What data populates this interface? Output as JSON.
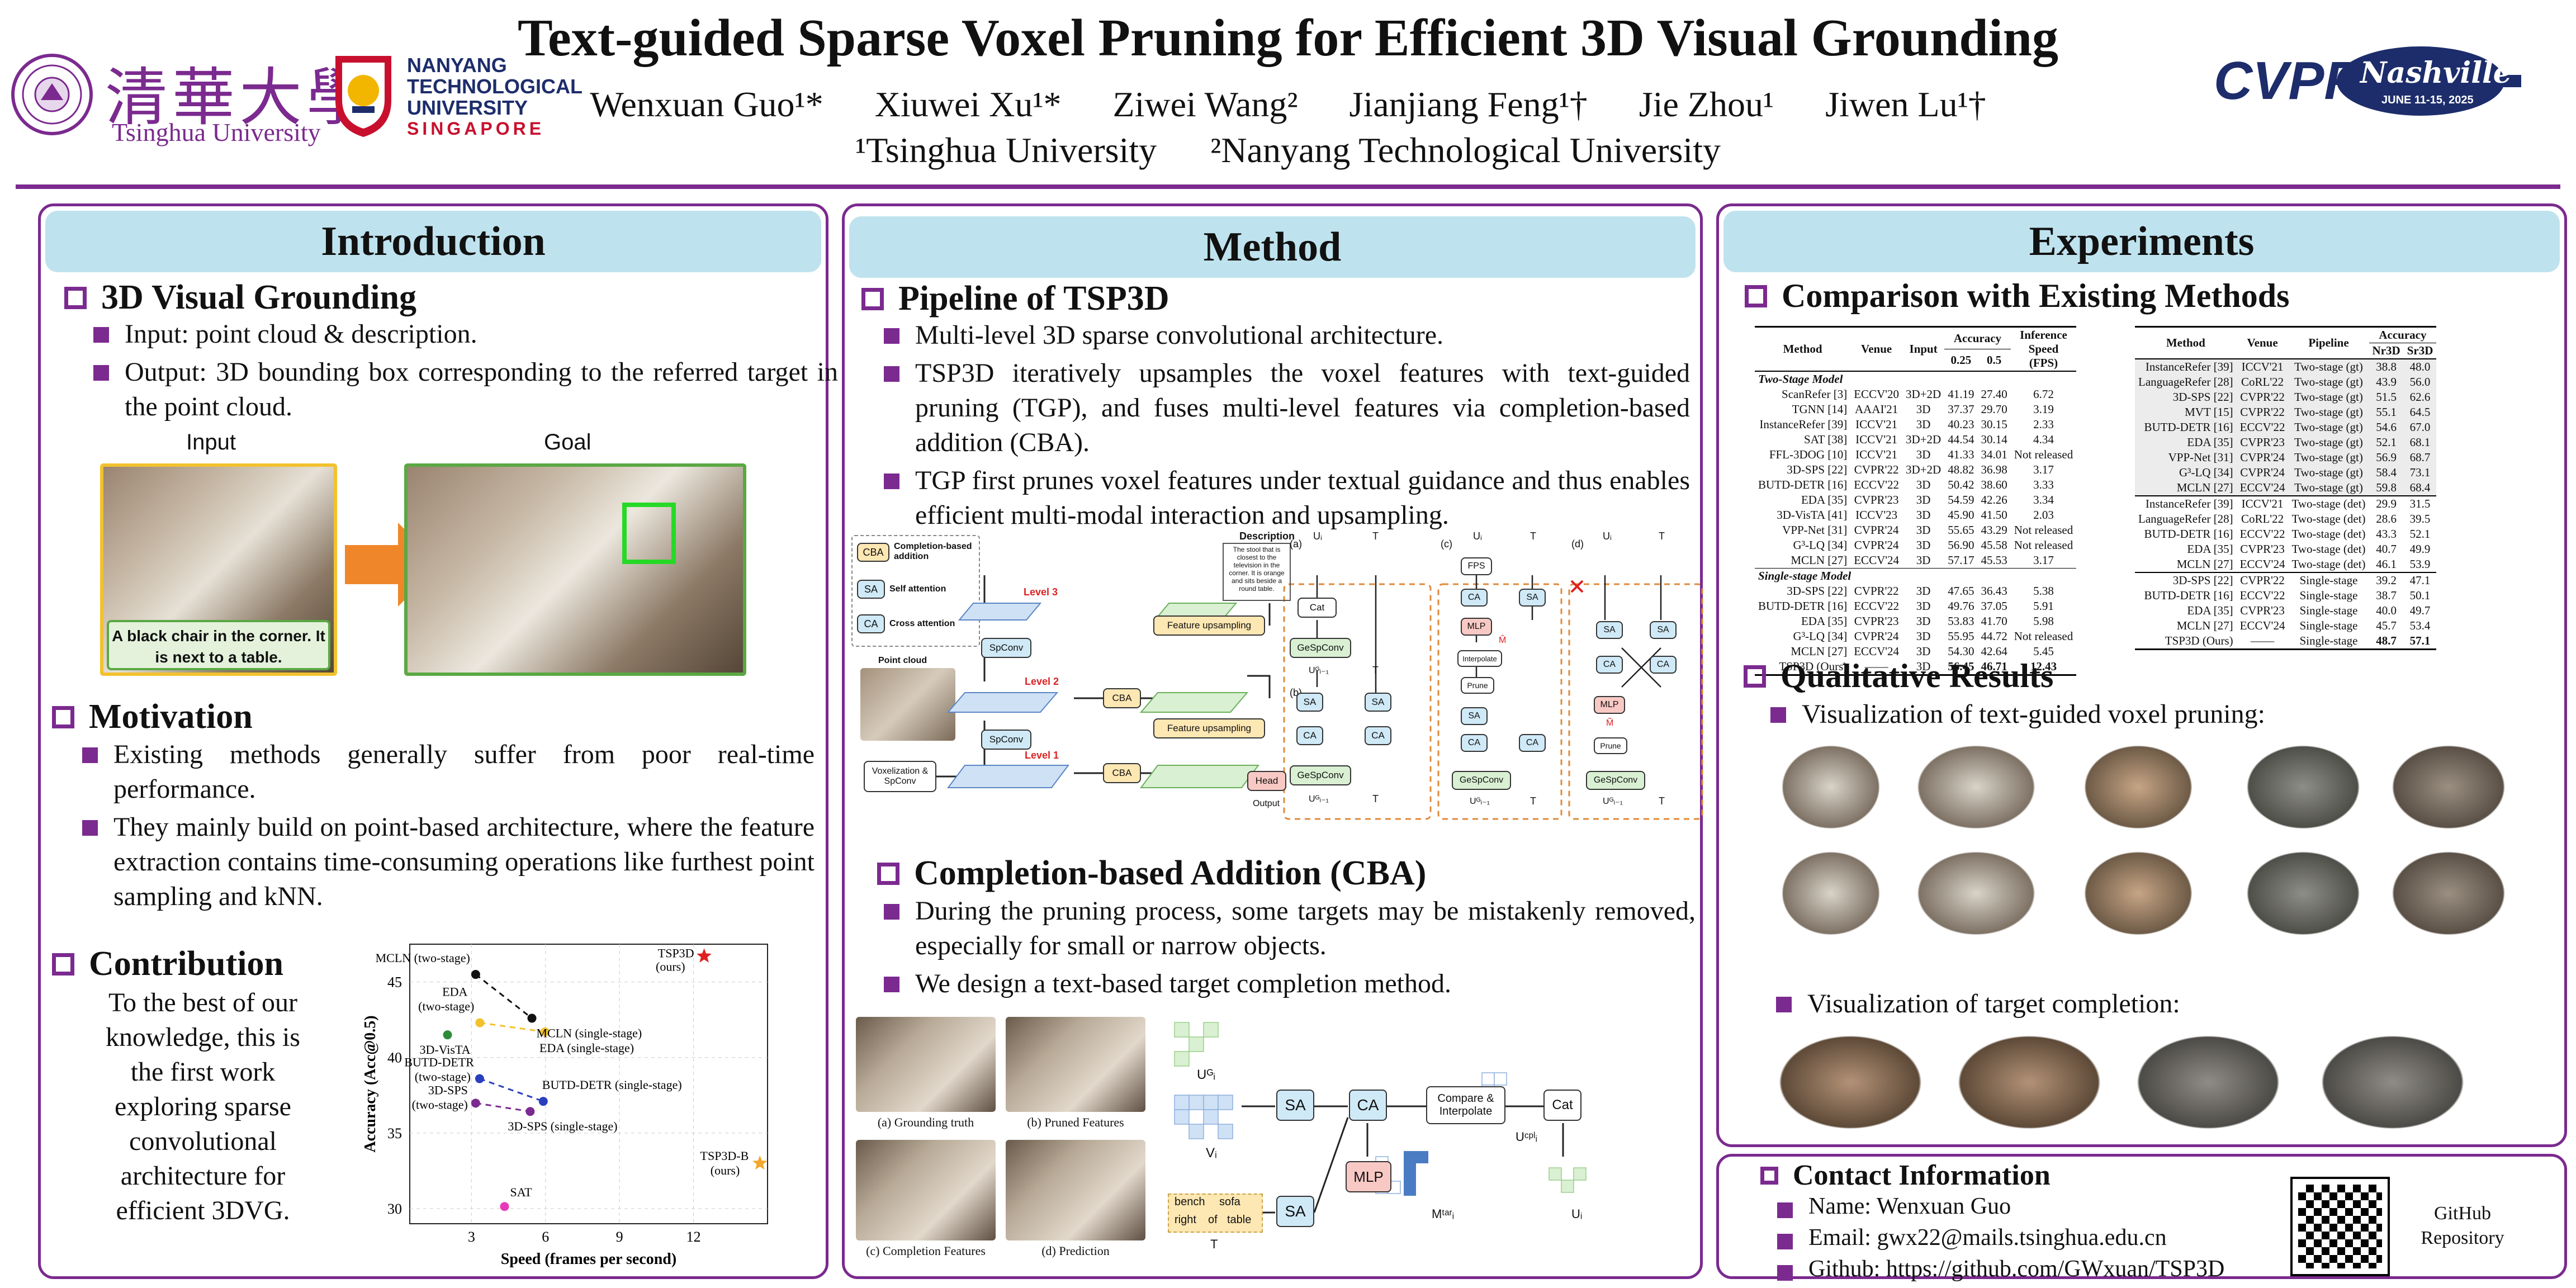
{
  "header": {
    "title": "Text-guided Sparse Voxel Pruning for Efficient 3D Visual Grounding",
    "authors": [
      "Wenxuan Guo¹*",
      "Xiuwei Xu¹*",
      "Ziwei Wang²",
      "Jianjiang Feng¹†",
      "Jie Zhou¹",
      "Jiwen Lu¹†"
    ],
    "affiliations": [
      "¹Tsinghua University",
      "²Nanyang Technological University"
    ],
    "logos": {
      "tsinghua_cn": "清華大學",
      "tsinghua_en": "Tsinghua University",
      "ntu_line1": "NANYANG",
      "ntu_line2": "TECHNOLOGICAL",
      "ntu_line3": "UNIVERSITY",
      "ntu_line4": "SINGAPORE",
      "cvpr": "CVPR",
      "cvpr_city": "Nashville",
      "cvpr_dates": "JUNE 11-15, 2025"
    },
    "accent_color": "#7b2a8f",
    "heading_bg": "#bfe3ee"
  },
  "introduction": {
    "title": "Introduction",
    "vg_heading": "3D Visual Grounding",
    "vg_bullets": [
      "Input: point cloud & description.",
      "Output: 3D bounding box corresponding to the referred target in the point cloud."
    ],
    "input_label": "Input",
    "goal_label": "Goal",
    "query": "A black chair in the corner. It is next to a table.",
    "motivation_heading": "Motivation",
    "motivation_bullets": [
      "Existing methods generally suffer from poor real-time performance.",
      "They mainly build on point-based architecture, where the feature extraction contains time-consuming operations like furthest point sampling and kNN."
    ],
    "contribution_heading": "Contribution",
    "contribution_text": "To the best of our knowledge, this is the first work exploring sparse convolutional architecture for efficient 3DVG."
  },
  "chart_data": {
    "type": "scatter",
    "title": "",
    "xlabel": "Speed (frames per second)",
    "ylabel": "Accuracy (Acc@0.5)",
    "xlim": [
      0.5,
      15
    ],
    "ylim": [
      29,
      47.5
    ],
    "xticks": [
      3,
      6,
      9,
      12
    ],
    "yticks": [
      30,
      35,
      40,
      45
    ],
    "grid": true,
    "points": [
      {
        "name": "MCLN (two-stage)",
        "x": 3.17,
        "y": 45.5,
        "color": "#111111"
      },
      {
        "name": "MCLN (single-stage)",
        "x": 5.45,
        "y": 42.6,
        "color": "#111111"
      },
      {
        "name": "EDA (two-stage)",
        "x": 3.34,
        "y": 42.3,
        "color": "#f2c12e"
      },
      {
        "name": "EDA (single-stage)",
        "x": 5.98,
        "y": 41.7,
        "color": "#f2c12e"
      },
      {
        "name": "3D-VisTA",
        "x": 2.03,
        "y": 41.5,
        "color": "#2e8b3a"
      },
      {
        "name": "BUTD-DETR (two-stage)",
        "x": 3.33,
        "y": 38.6,
        "color": "#2a3fbf"
      },
      {
        "name": "BUTD-DETR (single-stage)",
        "x": 5.91,
        "y": 37.1,
        "color": "#2a3fbf"
      },
      {
        "name": "3D-SPS (two-stage)",
        "x": 3.17,
        "y": 36.98,
        "color": "#7b2a8f"
      },
      {
        "name": "3D-SPS (single-stage)",
        "x": 5.38,
        "y": 36.43,
        "color": "#7b2a8f"
      },
      {
        "name": "SAT",
        "x": 4.34,
        "y": 30.14,
        "color": "#e83ab8"
      },
      {
        "name": "TSP3D (ours)",
        "x": 12.43,
        "y": 46.71,
        "color": "#e02020",
        "marker": "star"
      },
      {
        "name": "TSP3D-B (ours)",
        "x": 14.69,
        "y": 33.0,
        "color": "#f2a72e",
        "marker": "star"
      }
    ],
    "pairs": [
      [
        "MCLN (two-stage)",
        "MCLN (single-stage)"
      ],
      [
        "EDA (two-stage)",
        "EDA (single-stage)"
      ],
      [
        "BUTD-DETR (two-stage)",
        "BUTD-DETR (single-stage)"
      ],
      [
        "3D-SPS (two-stage)",
        "3D-SPS (single-stage)"
      ]
    ],
    "labels": {
      "mcln_two": "MCLN (two-stage)",
      "mcln_single": "MCLN (single-stage)",
      "eda_two_1": "EDA",
      "eda_two_2": "(two-stage)",
      "eda_single": "EDA (single-stage)",
      "vista": "3D-VisTA",
      "butd_two_1": "BUTD-DETR",
      "butd_two_2": "(two-stage)",
      "butd_single": "BUTD-DETR (single-stage)",
      "sps_two_1": "3D-SPS",
      "sps_two_2": "(two-stage)",
      "sps_single": "3D-SPS (single-stage)",
      "sat": "SAT",
      "tsp3d_1": "TSP3D",
      "tsp3d_2": "(ours)",
      "tsp3db_1": "TSP3D-B",
      "tsp3db_2": "(ours)"
    }
  },
  "method": {
    "title": "Method",
    "pipeline_heading": "Pipeline of TSP3D",
    "pipeline_bullets": [
      "Multi-level 3D sparse convolutional architecture.",
      "TSP3D iteratively upsamples the voxel features with text-guided pruning (TGP), and fuses multi-level features via completion-based addition (CBA).",
      "TGP first prunes voxel features under textual guidance and thus enables efficient multi-modal interaction and upsampling."
    ],
    "fig": {
      "legend_cba": "CBA",
      "legend_cba_text": "Completion-based addition",
      "legend_sa": "SA",
      "legend_sa_text": "Self attention",
      "legend_ca": "CA",
      "legend_ca_text": "Cross attention",
      "point_cloud": "Point cloud",
      "level3": "Level 3",
      "level2": "Level 2",
      "level1": "Level 1",
      "spconv": "SpConv",
      "vox": "Voxelization & SpConv",
      "cba": "CBA",
      "feat_up": "Feature upsampling",
      "head": "Head",
      "output": "Output",
      "desc_title": "Description",
      "desc_text": "The stool that is closest to the television in the corner. It is orange and sits beside a round table.",
      "a": "(a)",
      "b": "(b)",
      "c": "(c)",
      "d": "(d)",
      "cat": "Cat",
      "gespconv": "GeSpConv",
      "sa": "SA",
      "ca": "CA",
      "fps": "FPS",
      "mlp": "MLP",
      "interp": "Interpolate",
      "prune": "Prune",
      "ui": "Uᵢ",
      "t": "T",
      "ui1": "Uᴳᵢ₋₁",
      "mhat": "M̂",
      "mtilde": "M̃"
    },
    "cba_heading": "Completion-based Addition (CBA)",
    "cba_bullets": [
      "During the pruning process, some targets may be mistakenly removed, especially for small or narrow objects.",
      "We design a text-based target completion method."
    ],
    "cba_fig": {
      "cap_a": "(a) Grounding truth",
      "cap_b": "(b) Pruned Features",
      "cap_c": "(c) Completion Features",
      "cap_d": "(d) Prediction",
      "uig": "Uᴳᵢ",
      "vi": "Vᵢ",
      "t": "T",
      "sa": "SA",
      "ca": "CA",
      "mlp": "MLP",
      "compare": "Compare & Interpolate",
      "cat": "Cat",
      "uicpl": "Uᶜᵖˡᵢ",
      "mtar": "Mᵗᵃʳᵢ",
      "ui": "Uᵢ",
      "words": [
        "bench",
        "sofa",
        "right",
        "of",
        "table"
      ]
    }
  },
  "experiments": {
    "title": "Experiments",
    "comparison_heading": "Comparison with Existing Methods",
    "table1": {
      "headers": [
        "Method",
        "Venue",
        "Input",
        "0.25",
        "0.5",
        "Inference Speed (FPS)"
      ],
      "acc_header": "Accuracy",
      "two_stage_label": "Two-Stage Model",
      "single_stage_label": "Single-stage Model",
      "two_stage": [
        [
          "ScanRefer [3]",
          "ECCV'20",
          "3D+2D",
          "41.19",
          "27.40",
          "6.72"
        ],
        [
          "TGNN [14]",
          "AAAI'21",
          "3D",
          "37.37",
          "29.70",
          "3.19"
        ],
        [
          "InstanceRefer [39]",
          "ICCV'21",
          "3D",
          "40.23",
          "30.15",
          "2.33"
        ],
        [
          "SAT [38]",
          "ICCV'21",
          "3D+2D",
          "44.54",
          "30.14",
          "4.34"
        ],
        [
          "FFL-3DOG [10]",
          "ICCV'21",
          "3D",
          "41.33",
          "34.01",
          "Not released"
        ],
        [
          "3D-SPS [22]",
          "CVPR'22",
          "3D+2D",
          "48.82",
          "36.98",
          "3.17"
        ],
        [
          "BUTD-DETR [16]",
          "ECCV'22",
          "3D",
          "50.42",
          "38.60",
          "3.33"
        ],
        [
          "EDA [35]",
          "CVPR'23",
          "3D",
          "54.59",
          "42.26",
          "3.34"
        ],
        [
          "3D-VisTA [41]",
          "ICCV'23",
          "3D",
          "45.90",
          "41.50",
          "2.03"
        ],
        [
          "VPP-Net [31]",
          "CVPR'24",
          "3D",
          "55.65",
          "43.29",
          "Not released"
        ],
        [
          "G³-LQ [34]",
          "CVPR'24",
          "3D",
          "56.90",
          "45.58",
          "Not released"
        ],
        [
          "MCLN [27]",
          "ECCV'24",
          "3D",
          "57.17",
          "45.53",
          "3.17"
        ]
      ],
      "single_stage": [
        [
          "3D-SPS [22]",
          "CVPR'22",
          "3D",
          "47.65",
          "36.43",
          "5.38"
        ],
        [
          "BUTD-DETR [16]",
          "ECCV'22",
          "3D",
          "49.76",
          "37.05",
          "5.91"
        ],
        [
          "EDA [35]",
          "CVPR'23",
          "3D",
          "53.83",
          "41.70",
          "5.98"
        ],
        [
          "G³-LQ [34]",
          "CVPR'24",
          "3D",
          "55.95",
          "44.72",
          "Not released"
        ],
        [
          "MCLN [27]",
          "ECCV'24",
          "3D",
          "54.30",
          "42.64",
          "5.45"
        ],
        [
          "TSP3D (Ours)",
          "——",
          "3D",
          "56.45",
          "46.71",
          "12.43"
        ]
      ]
    },
    "table2": {
      "headers": [
        "Method",
        "Venue",
        "Pipeline",
        "Nr3D",
        "Sr3D"
      ],
      "acc_header": "Accuracy",
      "groups": [
        [
          [
            "InstanceRefer [39]",
            "ICCV'21",
            "Two-stage (gt)",
            "38.8",
            "48.0"
          ],
          [
            "LanguageRefer [28]",
            "CoRL'22",
            "Two-stage (gt)",
            "43.9",
            "56.0"
          ],
          [
            "3D-SPS [22]",
            "CVPR'22",
            "Two-stage (gt)",
            "51.5",
            "62.6"
          ],
          [
            "MVT [15]",
            "CVPR'22",
            "Two-stage (gt)",
            "55.1",
            "64.5"
          ],
          [
            "BUTD-DETR [16]",
            "ECCV'22",
            "Two-stage (gt)",
            "54.6",
            "67.0"
          ],
          [
            "EDA [35]",
            "CVPR'23",
            "Two-stage (gt)",
            "52.1",
            "68.1"
          ],
          [
            "VPP-Net [31]",
            "CVPR'24",
            "Two-stage (gt)",
            "56.9",
            "68.7"
          ],
          [
            "G³-LQ [34]",
            "CVPR'24",
            "Two-stage (gt)",
            "58.4",
            "73.1"
          ],
          [
            "MCLN [27]",
            "ECCV'24",
            "Two-stage (gt)",
            "59.8",
            "68.4"
          ]
        ],
        [
          [
            "InstanceRefer [39]",
            "ICCV'21",
            "Two-stage (det)",
            "29.9",
            "31.5"
          ],
          [
            "LanguageRefer [28]",
            "CoRL'22",
            "Two-stage (det)",
            "28.6",
            "39.5"
          ],
          [
            "BUTD-DETR [16]",
            "ECCV'22",
            "Two-stage (det)",
            "43.3",
            "52.1"
          ],
          [
            "EDA [35]",
            "CVPR'23",
            "Two-stage (det)",
            "40.7",
            "49.9"
          ],
          [
            "MCLN [27]",
            "ECCV'24",
            "Two-stage (det)",
            "46.1",
            "53.9"
          ]
        ],
        [
          [
            "3D-SPS [22]",
            "CVPR'22",
            "Single-stage",
            "39.2",
            "47.1"
          ],
          [
            "BUTD-DETR [16]",
            "ECCV'22",
            "Single-stage",
            "38.7",
            "50.1"
          ],
          [
            "EDA [35]",
            "CVPR'23",
            "Single-stage",
            "40.0",
            "49.7"
          ],
          [
            "MCLN [27]",
            "ECCV'24",
            "Single-stage",
            "45.7",
            "53.4"
          ],
          [
            "TSP3D (Ours)",
            "——",
            "Single-stage",
            "48.7",
            "57.1"
          ]
        ]
      ]
    },
    "qual_heading": "Qualitative Results",
    "qual_bullet1": "Visualization of text-guided voxel pruning:",
    "qual_bullet2": "Visualization of target completion:"
  },
  "contact": {
    "heading": "Contact Information",
    "items": [
      "Name: Wenxuan Guo",
      "Email: gwx22@mails.tsinghua.edu.cn",
      "Github: https://github.com/GWxuan/TSP3D"
    ],
    "qr_label": "GitHub Repository"
  }
}
